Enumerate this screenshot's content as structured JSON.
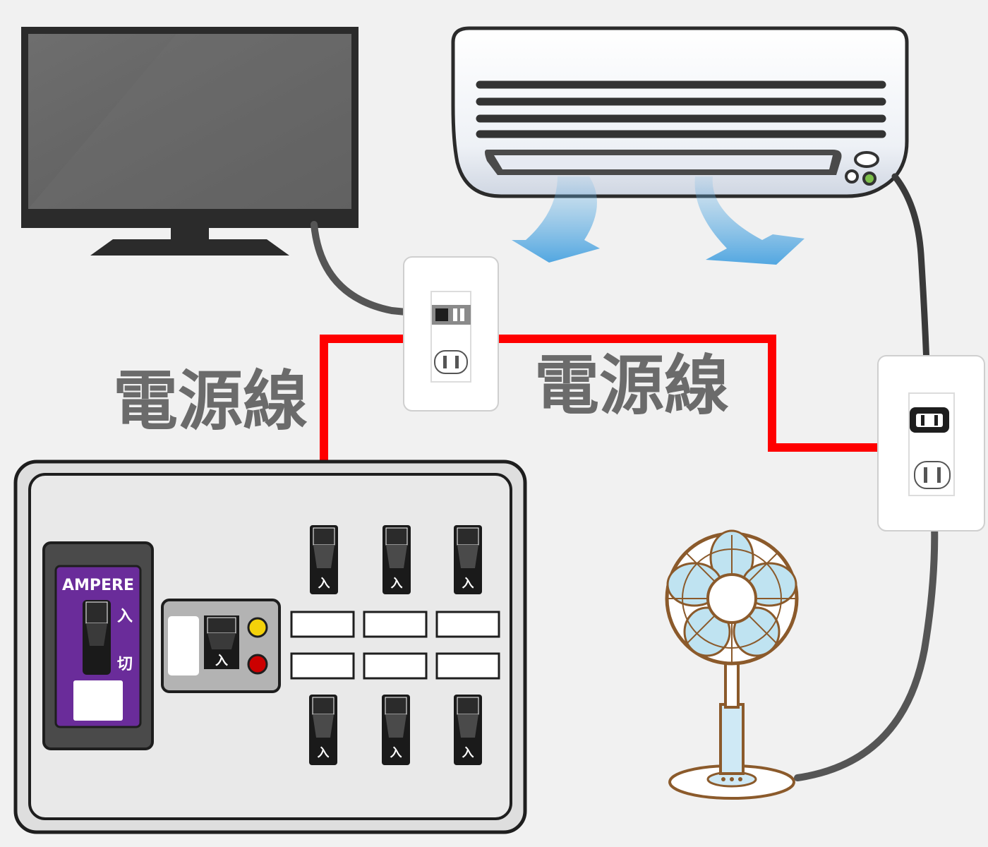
{
  "labels": {
    "left_wire_label": "電源線",
    "right_wire_label": "電源線"
  },
  "panel": {
    "main_breaker": {
      "brand": "AMPERE",
      "on_label": "入",
      "off_label": "切"
    },
    "leakage_breaker": {
      "on_label": "入"
    },
    "branch_breakers": [
      {
        "label": "入"
      },
      {
        "label": "入"
      },
      {
        "label": "入"
      },
      {
        "label": "入"
      },
      {
        "label": "入"
      },
      {
        "label": "入"
      }
    ]
  },
  "colors": {
    "power_line": "#ff0000",
    "cord": "#555555",
    "main_breaker_accent": "#6a2c9a",
    "indicator_yellow": "#f3d10a",
    "indicator_red": "#cc0000",
    "airflow": "#6cb4e4"
  },
  "icons": {
    "tv": "television-icon",
    "ac": "air-conditioner-icon",
    "fan": "electric-fan-icon",
    "outlet": "wall-outlet-icon",
    "panel": "distribution-board-icon"
  }
}
